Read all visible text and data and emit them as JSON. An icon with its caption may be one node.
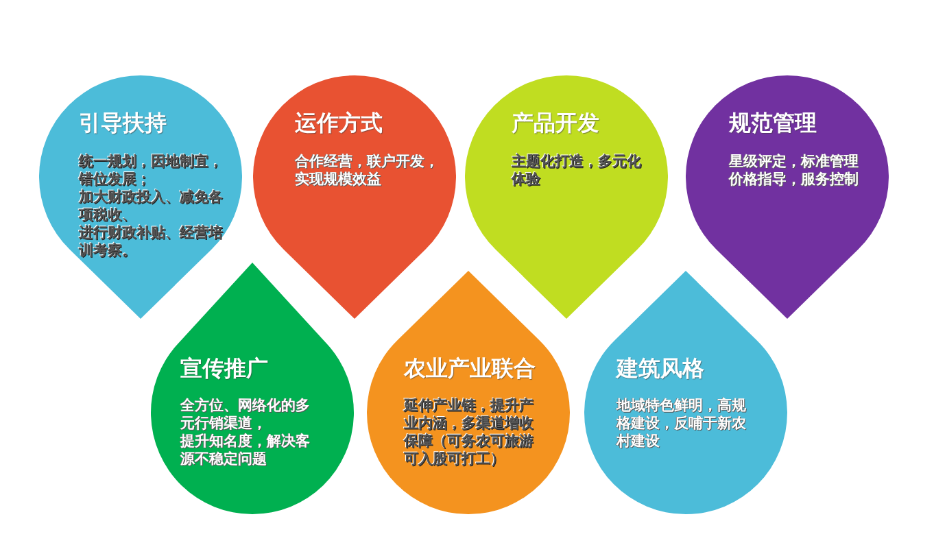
{
  "diagram": {
    "nodes": [
      {
        "text": [
          "引导扶持",
          "统一规划，因地制宜，错位发展；",
          "加大财政投入、减免各项税收、",
          "进行财政补贴、经营培训考察。"
        ]
      },
      {
        "text": [
          "运作方式",
          "合作经营，联户开发，实现规模效益"
        ]
      },
      {
        "text": [
          "产品开发",
          "主题化打造，多元化体验"
        ]
      },
      {
        "text": [
          "规范管理",
          "星级评定，标准管理",
          "价格指导，服务控制"
        ]
      },
      {
        "text": [
          "宣传推广",
          "全方位、网络化的多元行销渠道，",
          "提升知名度，解决客源不稳定问题"
        ]
      },
      {
        "text": [
          "农业产业联合",
          "延伸产业链，提升产业内涵，多渠道增收保障（可务农可旅游可入股可打工）"
        ]
      },
      {
        "text": [
          "建筑风格",
          "地域特色鲜明，高规格建设，反哺于新农村建设"
        ]
      }
    ]
  }
}
